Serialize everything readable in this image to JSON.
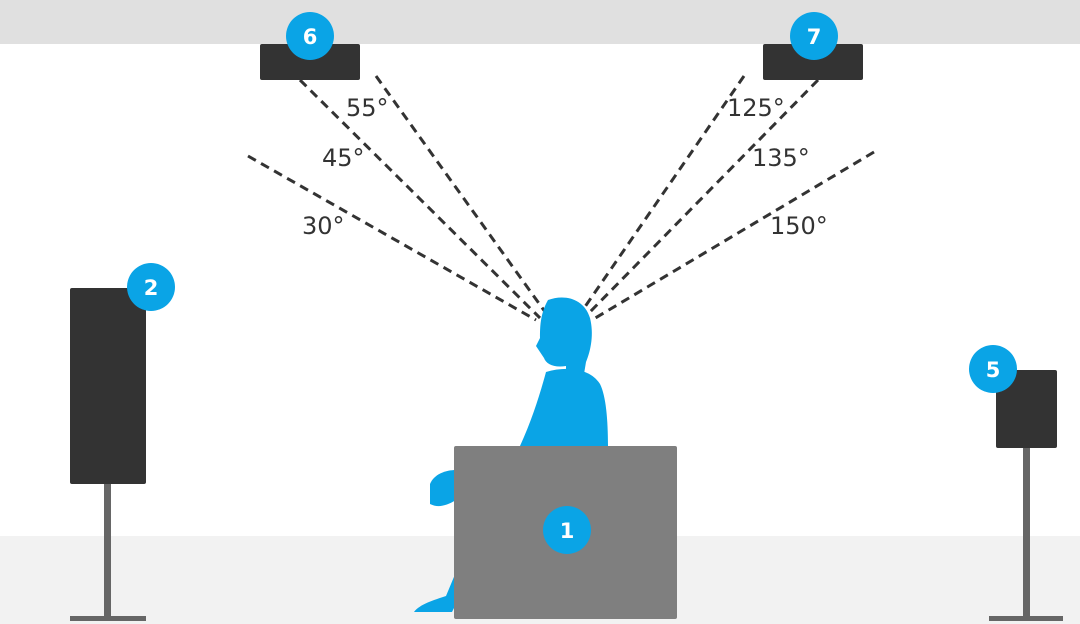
{
  "colors": {
    "ceiling": "#e0e0e0",
    "wall": "#ffffff",
    "floor": "#f2f2f2",
    "speaker": "#333333",
    "stand": "#666666",
    "sofa": "#7f7f7f",
    "accent": "#0aa4e6",
    "line": "#333333"
  },
  "badges": {
    "sofa": "1",
    "front_left": "2",
    "surround_right": "5",
    "ceiling_left": "6",
    "ceiling_right": "7"
  },
  "angles": {
    "a30": "30°",
    "a45": "45°",
    "a55": "55°",
    "a125": "125°",
    "a135": "135°",
    "a150": "150°"
  },
  "icons": {
    "listener": "seated-person-silhouette",
    "speaker": "speaker-box",
    "sofa": "sofa-block"
  }
}
